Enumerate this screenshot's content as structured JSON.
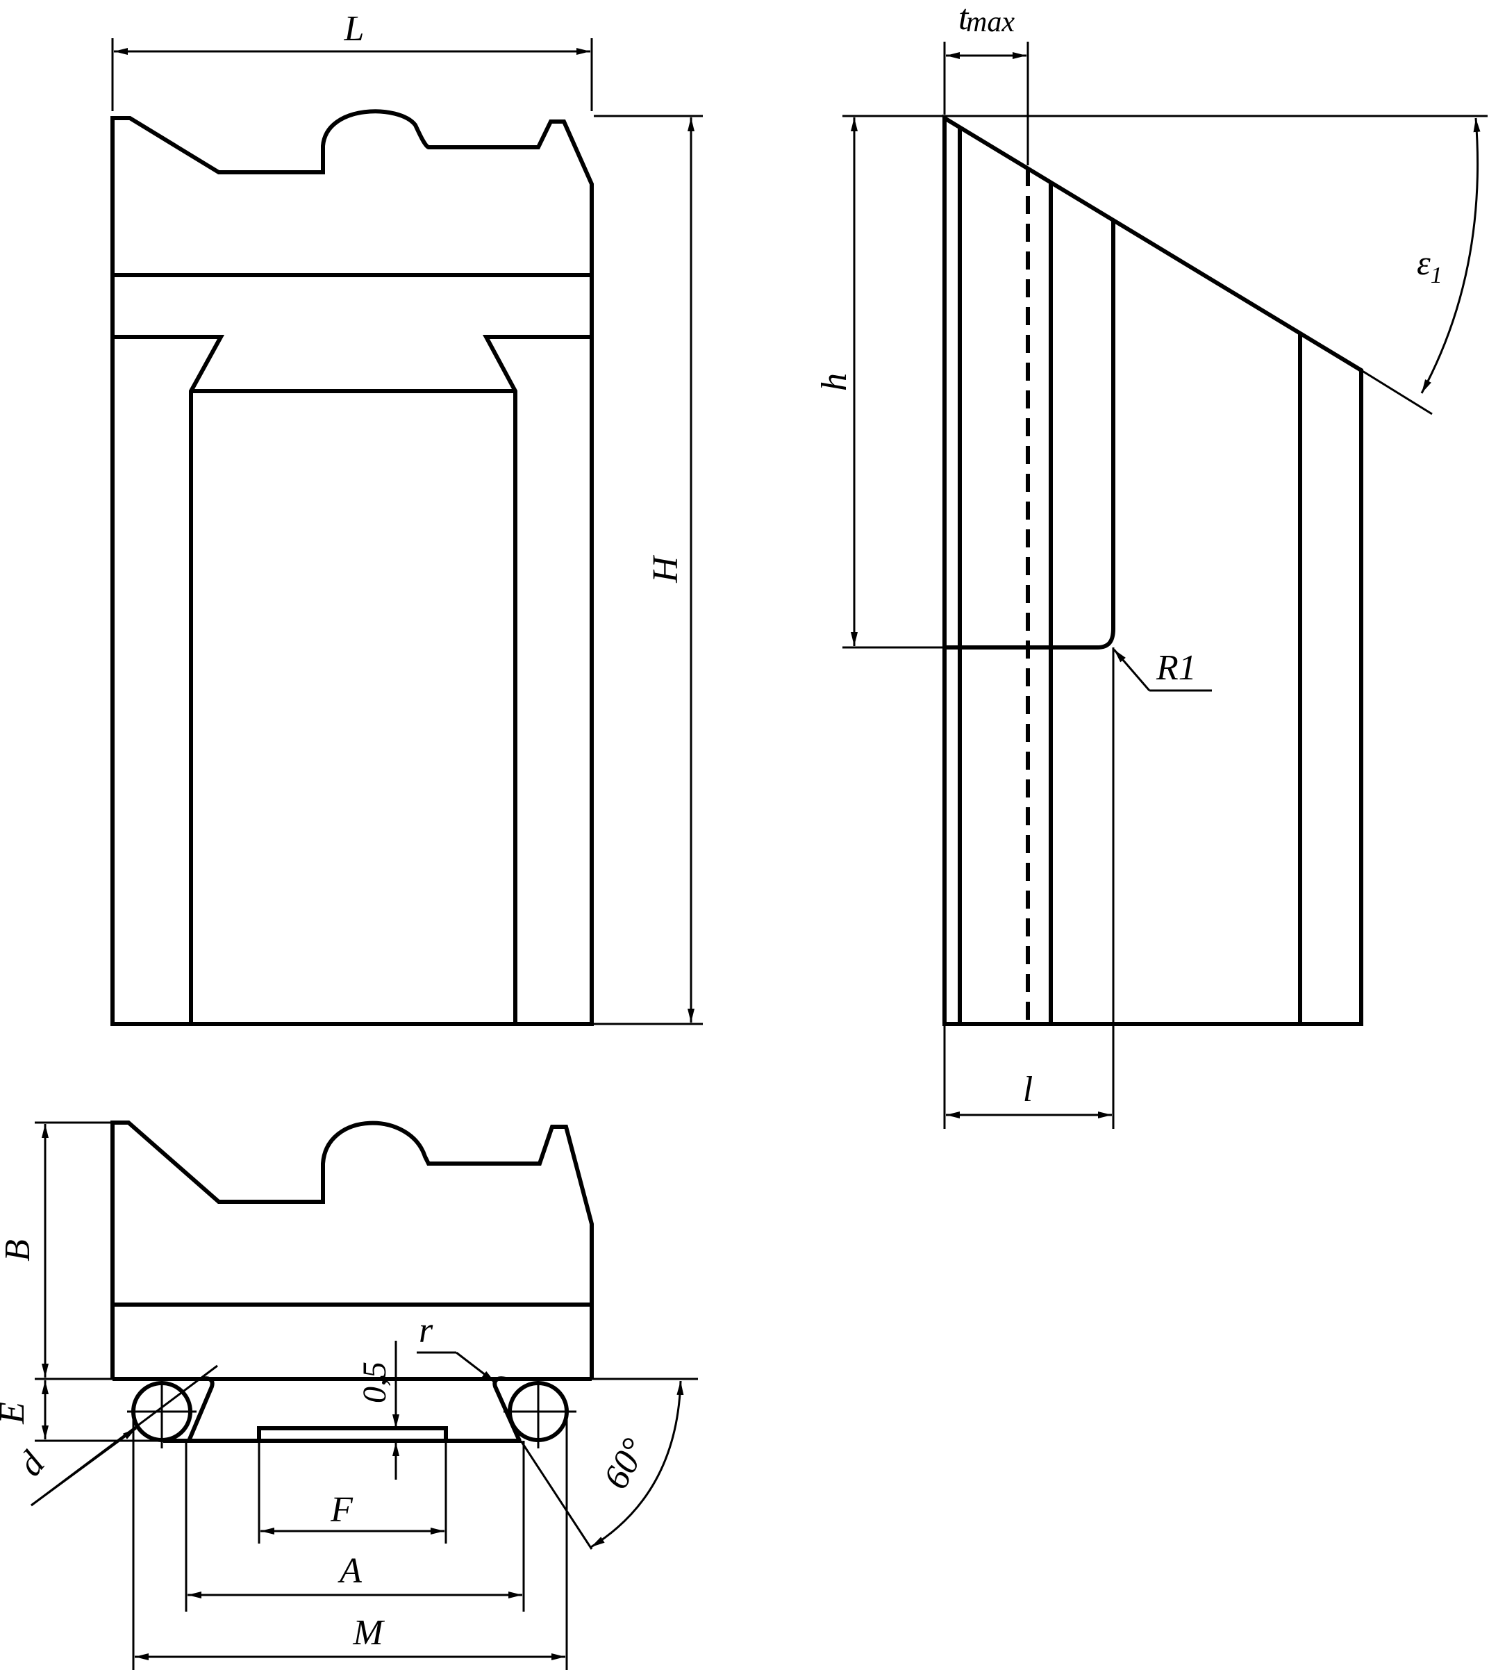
{
  "labels": {
    "L": "L",
    "H": "H",
    "t": "t",
    "max": "max",
    "epsilon": "ε",
    "epsilon_sub": "1",
    "h": "h",
    "R1": "R1",
    "l": "l",
    "B": "B",
    "E": "E",
    "d": "d",
    "r": "r",
    "half": "0,5",
    "F": "F",
    "A": "A",
    "M": "M",
    "angle": "60°"
  }
}
